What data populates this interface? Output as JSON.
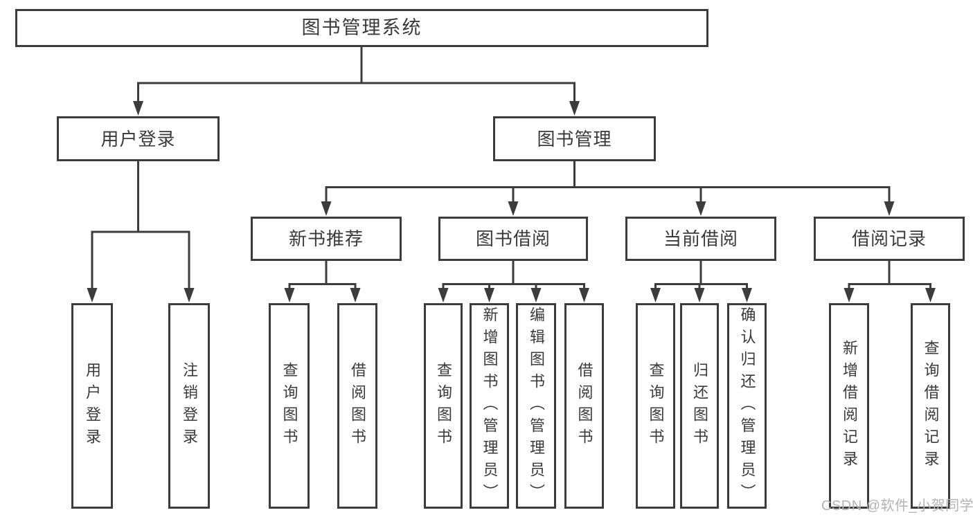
{
  "diagram_type": "hierarchy-tree",
  "tree": {
    "root": {
      "label": "图书管理系统"
    },
    "branches": [
      {
        "label": "用户登录",
        "children": [
          {
            "label": "用户登录"
          },
          {
            "label": "注销登录"
          }
        ]
      },
      {
        "label": "图书管理",
        "children": [
          {
            "label": "新书推荐",
            "children": [
              {
                "label": "查询图书"
              },
              {
                "label": "借阅图书"
              }
            ]
          },
          {
            "label": "图书借阅",
            "children": [
              {
                "label": "查询图书"
              },
              {
                "label": "新增图书（管理员）"
              },
              {
                "label": "编辑图书（管理员）"
              },
              {
                "label": "借阅图书"
              }
            ]
          },
          {
            "label": "当前借阅",
            "children": [
              {
                "label": "查询图书"
              },
              {
                "label": "归还图书"
              },
              {
                "label": "确认归还（管理员）"
              }
            ]
          },
          {
            "label": "借阅记录",
            "children": [
              {
                "label": "新增借阅记录"
              },
              {
                "label": "查询借阅记录"
              }
            ]
          }
        ]
      }
    ]
  },
  "watermark": {
    "text": "CSDN @软件_小贺同学"
  },
  "colors": {
    "line": "#3c3c3c",
    "text": "#3a3a3a",
    "background": "#ffffff",
    "watermark": "#b3b3b3"
  }
}
